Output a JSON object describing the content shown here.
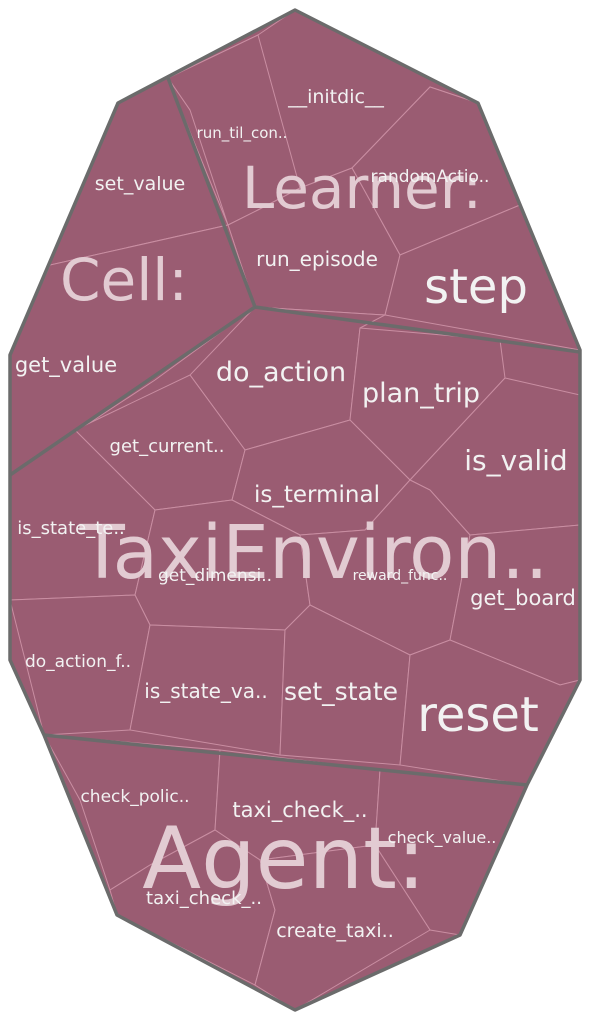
{
  "groups": {
    "learner": "Learner:",
    "cell": "Cell:",
    "taxi_environment": "TaxiEnviron..",
    "agent": "Agent:"
  },
  "methods": {
    "learner": {
      "initdic": "__initdic__",
      "run_til_con": "run_til_con..",
      "random_action": "randomActio..",
      "run_episode": "run_episode",
      "step": "step"
    },
    "cell": {
      "set_value": "set_value",
      "get_value": "get_value"
    },
    "taxi_environment": {
      "do_action": "do_action",
      "plan_trip": "plan_trip",
      "get_current": "get_current..",
      "is_valid": "is_valid",
      "is_terminal": "is_terminal",
      "is_state_te": "is_state_te..",
      "get_dimensi": "get_dimensi..",
      "reward_func": "reward_func..",
      "get_board": "get_board",
      "do_action_f": "do_action_f..",
      "is_state_va": "is_state_va..",
      "set_state": "set_state",
      "reset": "reset"
    },
    "agent": {
      "check_polic": "check_polic..",
      "taxi_check_1": "taxi_check_..",
      "check_value": "check_value..",
      "taxi_check_2": "taxi_check_..",
      "create_taxi": "create_taxi.."
    }
  }
}
